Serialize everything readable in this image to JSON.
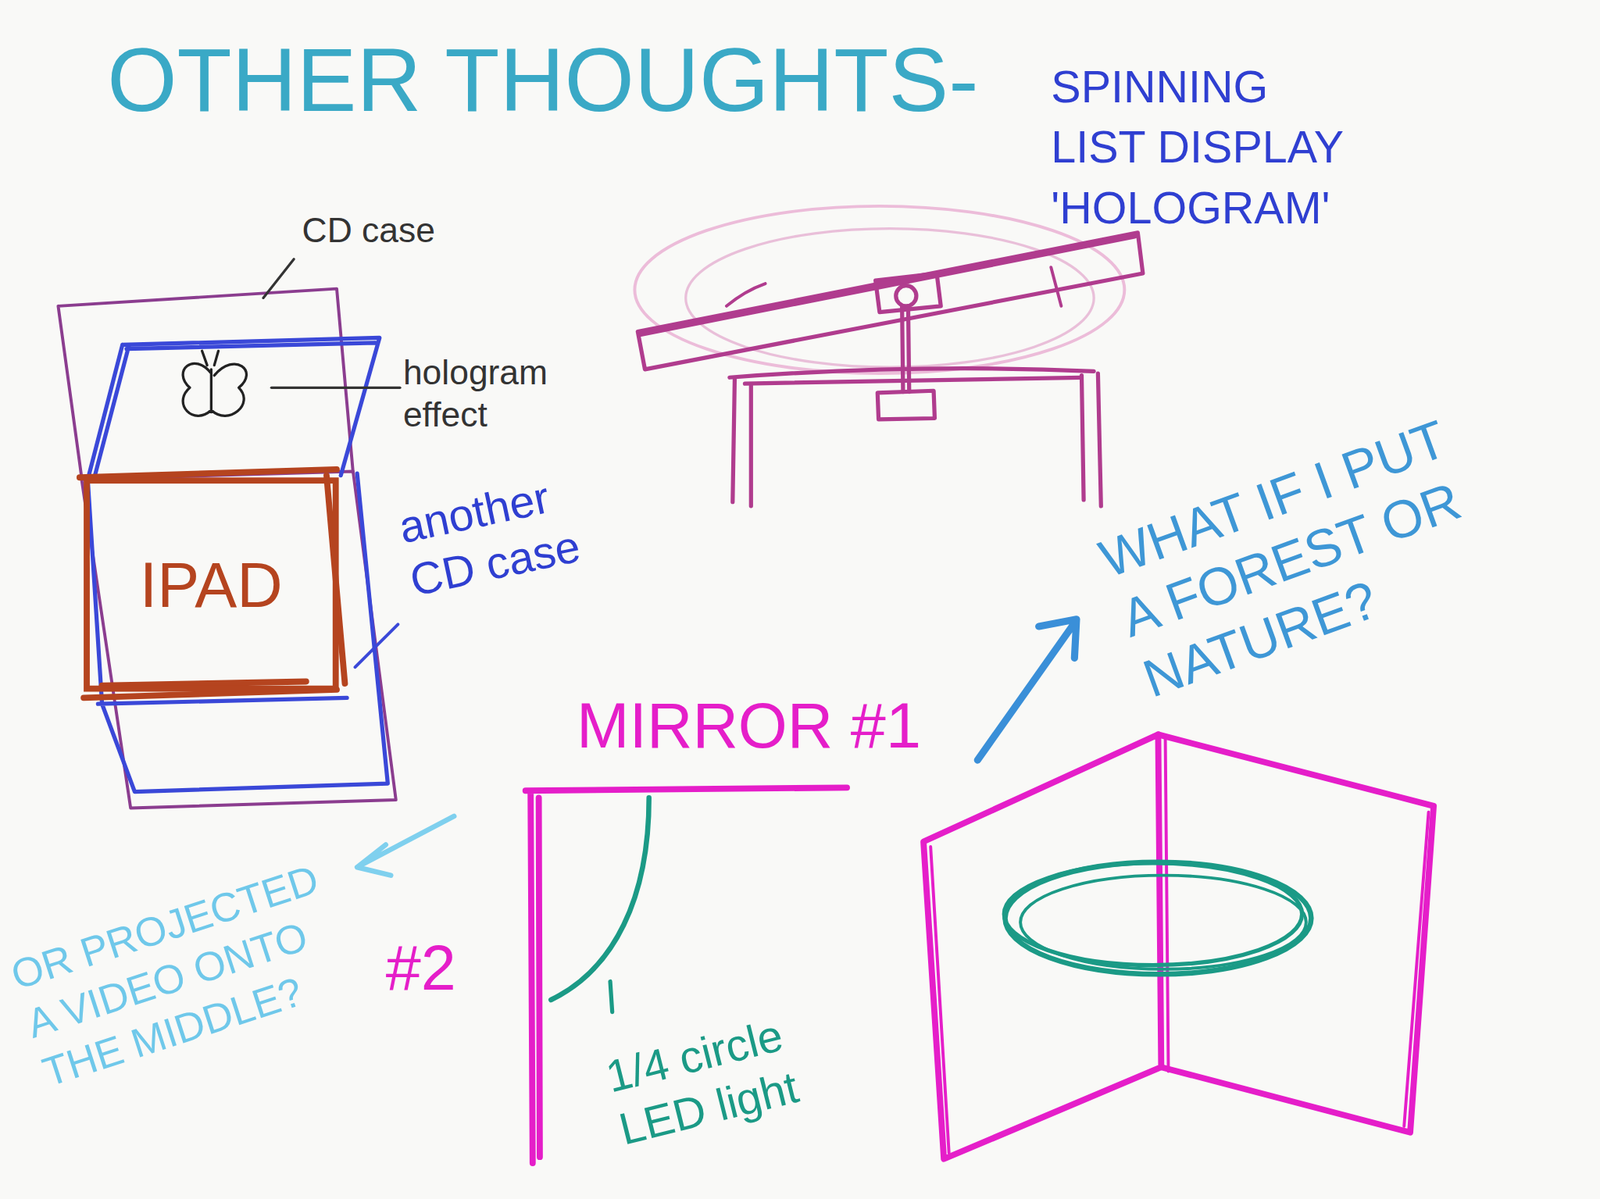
{
  "diagram": {
    "title": "OTHER THOUGHTS-",
    "nodes": [
      {
        "text": [
          "IPAD"
        ]
      }
    ],
    "labels": [
      "SPINNING LIST DISPLAY 'HOLOGRAM'",
      "CD case",
      "hologram effect",
      "another CD case",
      "WHAT IF I PUT A FOREST OR NATURE?",
      "MIRROR #1",
      "#2",
      "OR PROJECTED A VIDEO ONTO THE MIDDLE?",
      "1/4 circle LED light"
    ]
  }
}
